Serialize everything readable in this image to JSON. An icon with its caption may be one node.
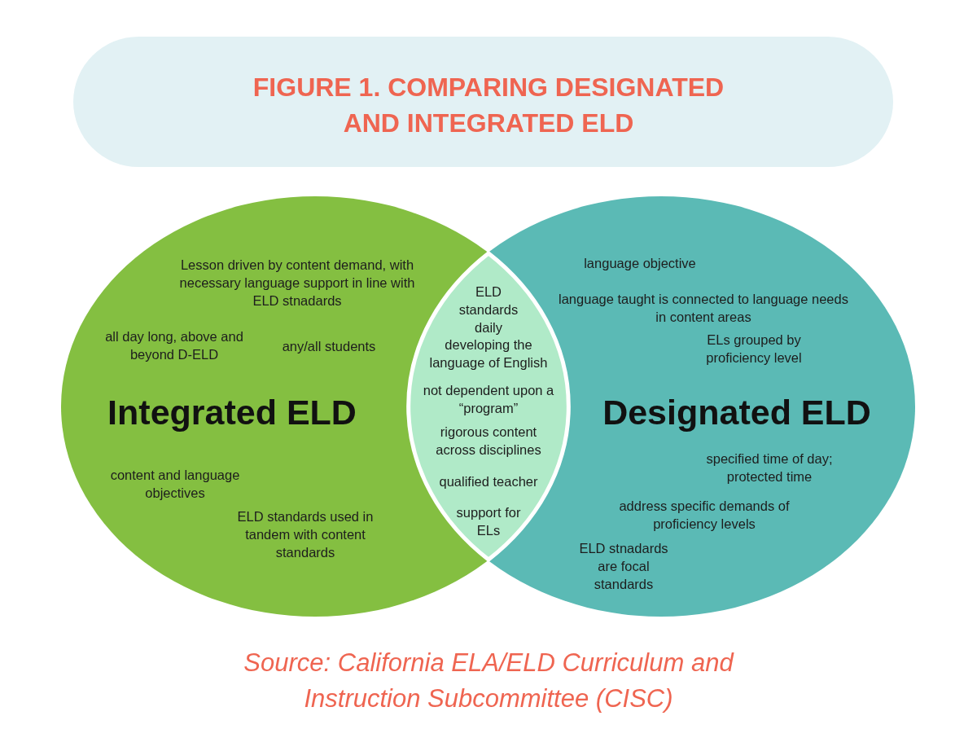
{
  "diagram": {
    "title": "FIGURE 1. COMPARING DESIGNATED AND INTEGRATED ELD",
    "caption": "Source: California ELA/ELD Curriculum and Instruction Subcommittee (CISC)",
    "nodes": [
      {
        "text": [
          "Lesson driven by content demand, with necessary language support in line with ELD stnadards",
          "all day long, above and beyond D-ELD",
          "any/all students",
          "Integrated ELD",
          "content and language objectives",
          "ELD standards used in tandem with content standards"
        ]
      },
      {
        "text": [
          "language objective",
          "language taught is connected to language needs in content areas",
          "ELs grouped by proficiency level",
          "Designated ELD",
          "specified time of day; protected time",
          "address specific demands of proficiency levels",
          "ELD stnadards are focal standards"
        ]
      },
      {
        "text": [
          "ELD standards",
          "daily",
          "developing the language of English",
          "not dependent upon a “program”",
          "rigorous content across disciplines",
          "qualified teacher",
          "support for ELs"
        ]
      }
    ],
    "edges": []
  }
}
